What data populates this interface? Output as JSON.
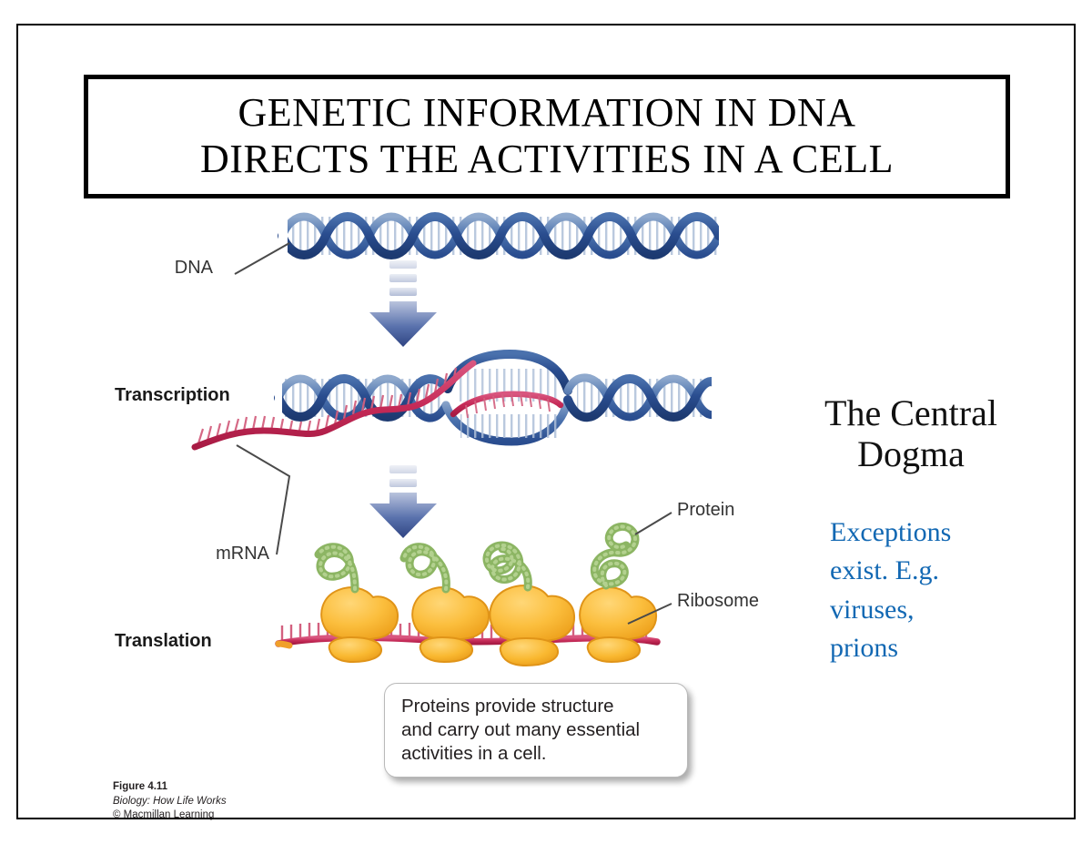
{
  "slide": {
    "title_line_1": "GENETIC INFORMATION IN DNA",
    "title_line_2": "DIRECTS THE ACTIVITIES IN A CELL"
  },
  "right_column": {
    "heading_line_1": "The Central",
    "heading_line_2": "Dogma",
    "note_line_1": "Exceptions",
    "note_line_2": "exist. E.g.",
    "note_line_3": "viruses,",
    "note_line_4": "prions",
    "note_color": "#1268b3",
    "heading_color": "#111111"
  },
  "figure": {
    "labels": {
      "dna": "DNA",
      "transcription": "Transcription",
      "mrna": "mRNA",
      "translation": "Translation",
      "protein": "Protein",
      "ribosome": "Ribosome"
    },
    "caption": {
      "line_1": "Proteins provide structure",
      "line_2": "and carry out many essential",
      "line_3": "activities in a cell."
    },
    "colors": {
      "dna_strand": "#2f5596",
      "dna_rung": "#aebfd8",
      "mrna": "#c9315e",
      "ribosome": "#f6b330",
      "protein": "#8cb563",
      "arrow": "#3f5596"
    }
  },
  "credit": {
    "figure_number": "Figure 4.11",
    "book_title": "Biology: How Life Works",
    "publisher": "© Macmillan Learning"
  }
}
